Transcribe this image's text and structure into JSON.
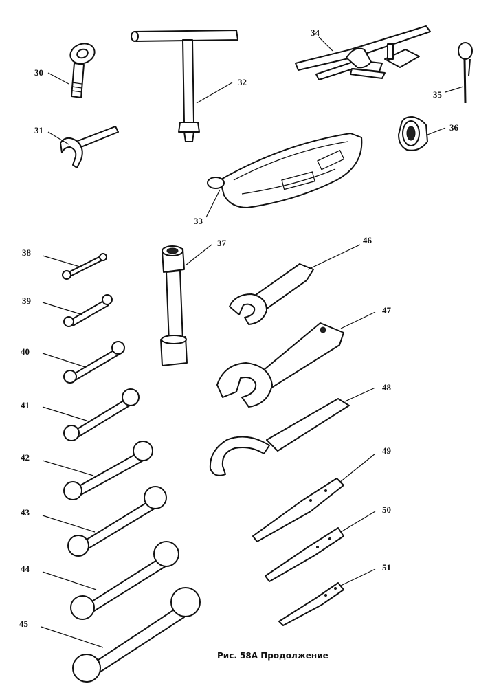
{
  "figure": {
    "caption": "Рис. 58А Продолжение",
    "labels": {
      "n30": "30",
      "n31": "31",
      "n32": "32",
      "n33": "33",
      "n34": "34",
      "n35": "35",
      "n36": "36",
      "n37": "37",
      "n38": "38",
      "n39": "39",
      "n40": "40",
      "n41": "41",
      "n42": "42",
      "n43": "43",
      "n44": "44",
      "n45": "45",
      "n46": "46",
      "n47": "47",
      "n48": "48",
      "n49": "49",
      "n50": "50",
      "n51": "51"
    }
  }
}
